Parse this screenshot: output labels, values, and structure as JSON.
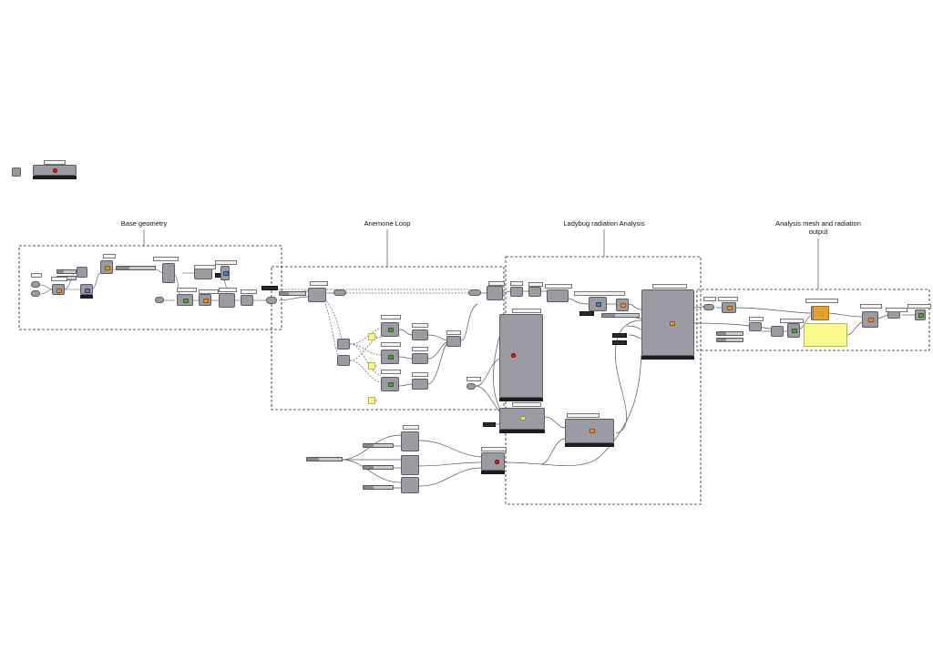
{
  "groups": [
    {
      "title": "Base geometry"
    },
    {
      "title": "Anemone Loop"
    },
    {
      "title": "Ladybug radiation Analysis"
    },
    {
      "title": "Analysis mesh and radiation output"
    }
  ],
  "colors": {
    "node_fill": "#9a9ba3",
    "node_border": "#5c5d63",
    "wire": "#55565c",
    "loop_wire": "#6a5a88",
    "panel_yellow": "#fafa8c",
    "panel_orange": "#f3a21f",
    "component_green": "#5a9c3a",
    "ladybug_orange": "#e8912c",
    "status_red": "#dd2222"
  }
}
